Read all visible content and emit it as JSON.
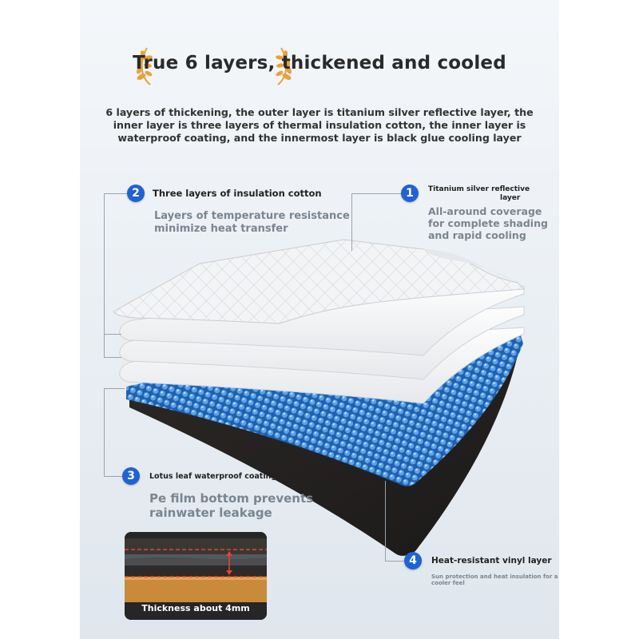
{
  "title": "True 6 layers, thickened and cooled",
  "intro": "6 layers of thickening, the outer layer is titanium silver reflective layer, the inner layer is three layers of thermal insulation cotton, the inner layer is waterproof coating, and the innermost layer is black glue cooling layer",
  "callouts": [
    {
      "number": "1",
      "label_line1": "Titanium silver reflective",
      "label_line2": "layer",
      "desc_line1": "All-around coverage",
      "desc_line2": "for complete shading",
      "desc_line3": "and rapid cooling"
    },
    {
      "number": "2",
      "label": "Three layers of insulation cotton",
      "desc_line1": "Layers of temperature resistance",
      "desc_line2": "minimize heat transfer"
    },
    {
      "number": "3",
      "label": "Lotus leaf waterproof coating",
      "desc_line1": "Pe film bottom prevents",
      "desc_line2": "rainwater leakage"
    },
    {
      "number": "4",
      "label": "Heat-resistant vinyl layer",
      "desc_line1": "Sun protection and heat insulation for a",
      "desc_line2": "cooler feel"
    }
  ],
  "thumbnail": {
    "caption": "Thickness about 4mm"
  },
  "colors": {
    "badge": "#2062d4",
    "title": "#2a2a2a",
    "subtext": "#7b8590",
    "bubble": "#3a84d6",
    "base": "#2a2623"
  },
  "icons": {
    "laurel_left": "laurel-left-icon",
    "laurel_right": "laurel-right-icon"
  }
}
